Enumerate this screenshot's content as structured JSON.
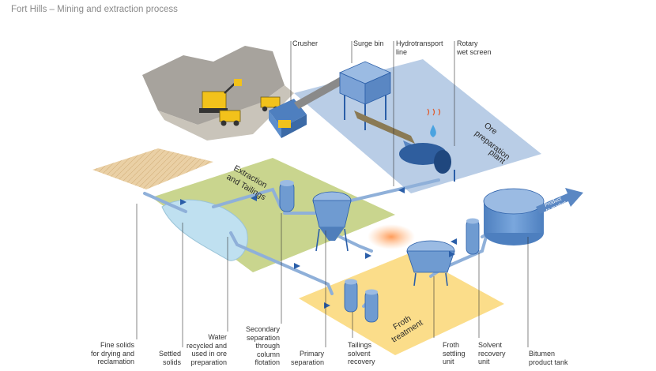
{
  "title": "Fort Hills – Mining and extraction process",
  "top_labels": {
    "crusher": "Crusher",
    "surge_bin": "Surge bin",
    "hydrotransport": "Hydrotransport\nline",
    "rotary_screen": "Rotary\nwet screen"
  },
  "zones": {
    "ore_prep_1": "Ore",
    "ore_prep_2": "preparation",
    "ore_prep_3": "plant",
    "extraction_1": "Extraction",
    "extraction_2": "and Tailings",
    "froth_1": "Froth",
    "froth_2": "treatment",
    "product_1": "Product",
    "product_2": "to market"
  },
  "bottom_labels": {
    "fine_solids": "Fine solids\nfor drying and\nreclamation",
    "settled_solids": "Settled\nsolids",
    "water_recycled": "Water\nrecycled and\nused in ore\npreparation",
    "secondary_separation": "Secondary\nseparation\nthrough\ncolumn\nflotation",
    "primary_separation": "Primary\nseparation",
    "tailings_solvent": "Tailings\nsolvent\nrecovery",
    "froth_settling": "Froth\nsettling\nunit",
    "solvent_recovery": "Solvent\nrecovery\nunit",
    "bitumen_tank": "Bitumen\nproduct tank"
  },
  "colors": {
    "ore_zone": "#b9cde6",
    "extraction_zone": "#c9d58e",
    "froth_zone": "#fbdd8a",
    "fine_solids_zone": "#e7c79a",
    "pipe": "#8fb0d9",
    "vessel": "#6f9bd1",
    "arrow": "#2a5ea8",
    "rock": "#a7a39d",
    "truck": "#f2c21b"
  }
}
